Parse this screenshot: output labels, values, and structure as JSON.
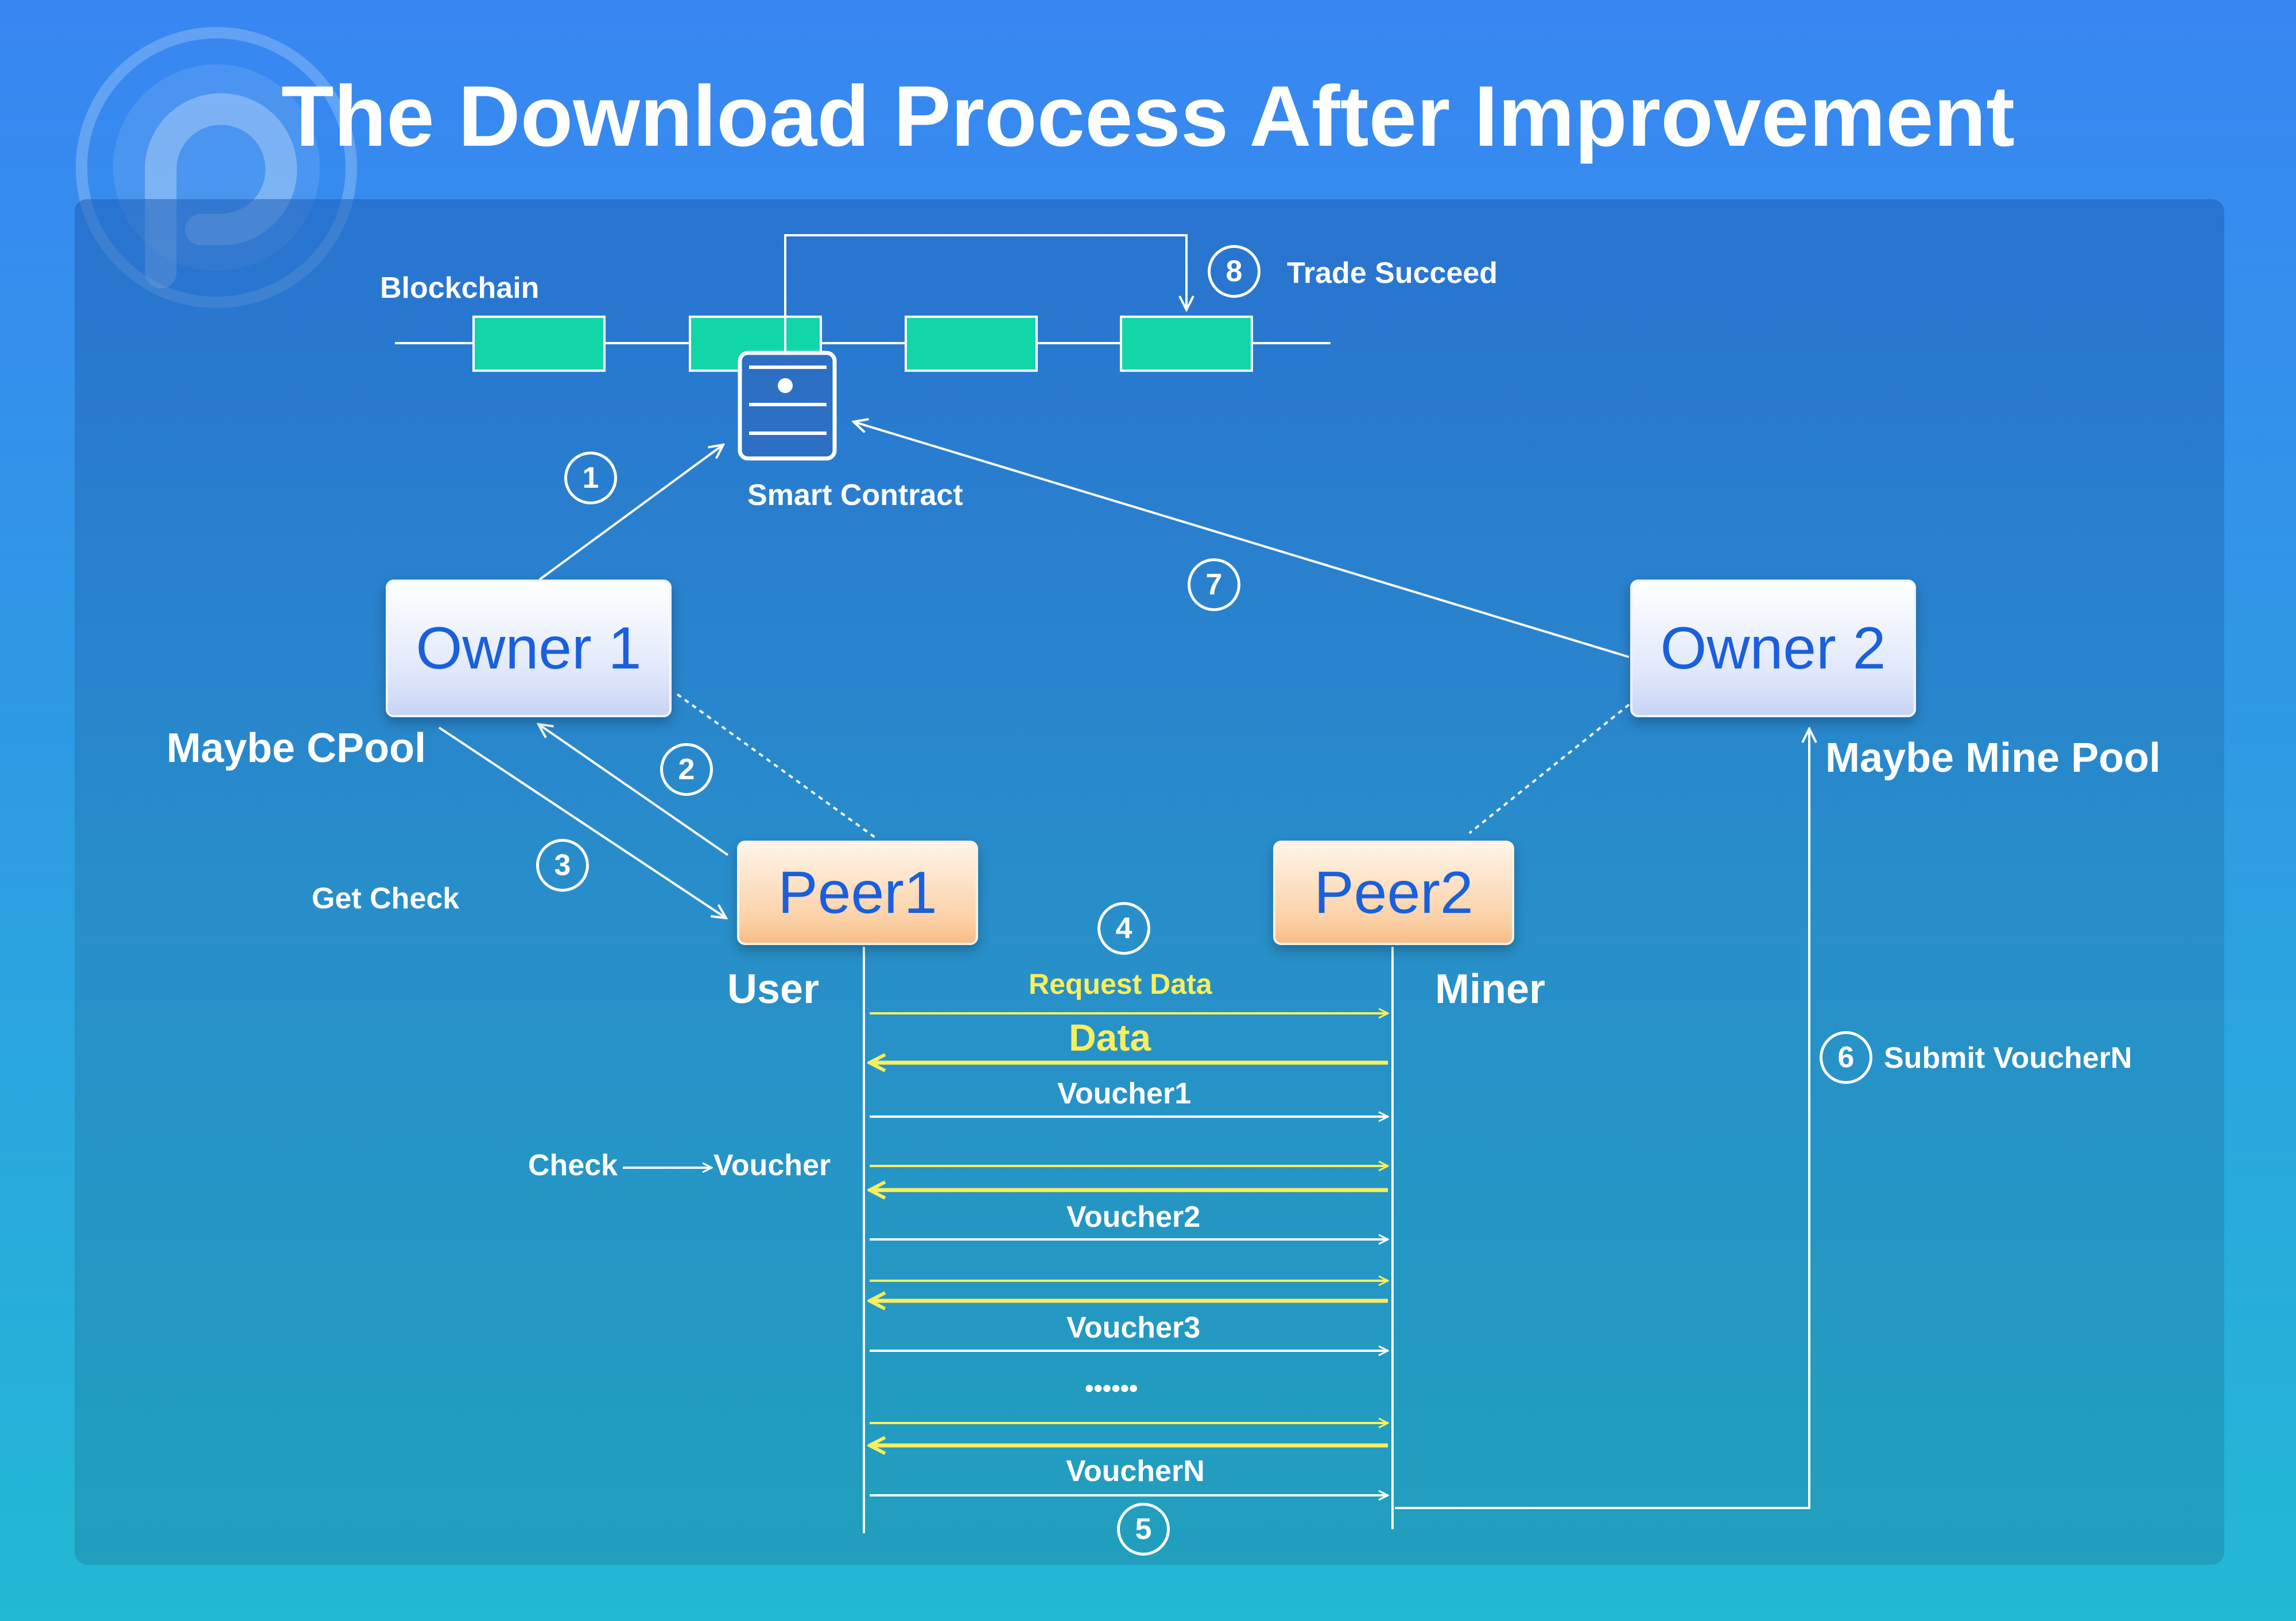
{
  "title": "The Download Process After Improvement",
  "labels": {
    "blockchain": "Blockchain",
    "trade_succeed": "Trade Succeed",
    "smart_contract": "Smart Contract",
    "maybe_cpool": "Maybe CPool",
    "get_check": "Get Check",
    "maybe_mine_pool": "Maybe Mine Pool",
    "user": "User",
    "miner": "Miner",
    "request_data": "Request Data",
    "data": "Data",
    "voucher1": "Voucher1",
    "check": "Check",
    "voucher": "Voucher",
    "voucher2": "Voucher2",
    "voucher3": "Voucher3",
    "ellipsis": "••••••",
    "voucherN": "VoucherN",
    "submit_voucherN": "Submit VoucherN"
  },
  "nodes": {
    "owner1": "Owner 1",
    "owner2": "Owner 2",
    "peer1": "Peer1",
    "peer2": "Peer2"
  },
  "steps": [
    "1",
    "2",
    "3",
    "4",
    "5",
    "6",
    "7",
    "8"
  ],
  "colors": {
    "background_top": "#3886f2",
    "background_bottom": "#22b9d4",
    "block_fill": "#11d6a8",
    "data_yellow": "#f7ef5e",
    "node_text_blue": "#1a5fdc",
    "owner_box": "#dfe7fb",
    "peer_box": "#fbcfa3"
  },
  "icons": [
    "logo-icon",
    "smart-contract-icon"
  ]
}
